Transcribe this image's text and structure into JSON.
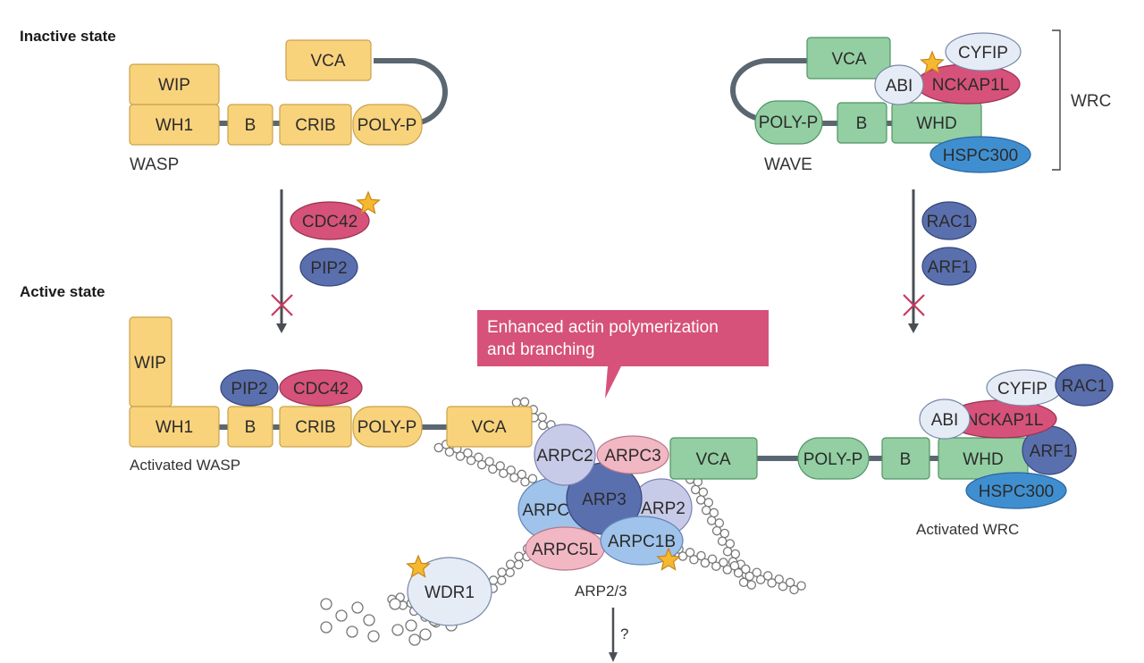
{
  "headings": {
    "inactive": "Inactive state",
    "active": "Active state"
  },
  "wasp_inactive": {
    "wip": "WIP",
    "wh1": "WH1",
    "b": "B",
    "crib": "CRIB",
    "polyp": "POLY-P",
    "vca": "VCA",
    "caption": "WASP"
  },
  "wave_inactive": {
    "vca": "VCA",
    "cyfip": "CYFIP",
    "abi": "ABI",
    "nckap1l": "NCKAP1L",
    "polyp": "POLY-P",
    "b": "B",
    "whd": "WHD",
    "hspc300": "HSPC300",
    "caption": "WAVE",
    "bracket_label": "WRC"
  },
  "activators_wasp": {
    "cdc42": "CDC42",
    "pip2": "PIP2"
  },
  "activators_wave": {
    "rac1": "RAC1",
    "arf1": "ARF1"
  },
  "callout": {
    "line1": "Enhanced actin polymerization",
    "line2": "and branching"
  },
  "wasp_active": {
    "wip": "WIP",
    "pip2": "PIP2",
    "cdc42": "CDC42",
    "wh1": "WH1",
    "b": "B",
    "crib": "CRIB",
    "polyp": "POLY-P",
    "vca": "VCA",
    "caption": "Activated WASP"
  },
  "arp23": {
    "arpc2": "ARPC2",
    "arpc3": "ARPC3",
    "arpc4": "ARPC4",
    "arp3": "ARP3",
    "arp2": "ARP2",
    "arpc5l": "ARPC5L",
    "arpc1b": "ARPC1B",
    "caption": "ARP2/3",
    "question": "?"
  },
  "wrc_active": {
    "vca": "VCA",
    "polyp": "POLY-P",
    "b": "B",
    "whd": "WHD",
    "cyfip": "CYFIP",
    "rac1": "RAC1",
    "abi": "ABI",
    "nckap1l": "NCKAP1L",
    "arf1": "ARF1",
    "hspc300": "HSPC300",
    "caption": "Activated WRC"
  },
  "wdr1": {
    "label": "WDR1"
  },
  "colors": {
    "wasp_domain": "#f9d37c",
    "wave_domain": "#93cfa3",
    "cdc42_nckap1l": "#d6527a",
    "pip2_rac1_arf1": "#5a6fae",
    "hspc300": "#3f8fd0",
    "callout": "#d6527a",
    "star": "#f5b82e",
    "arrow": "#4a4f55",
    "block_mark": "#c8395e"
  }
}
